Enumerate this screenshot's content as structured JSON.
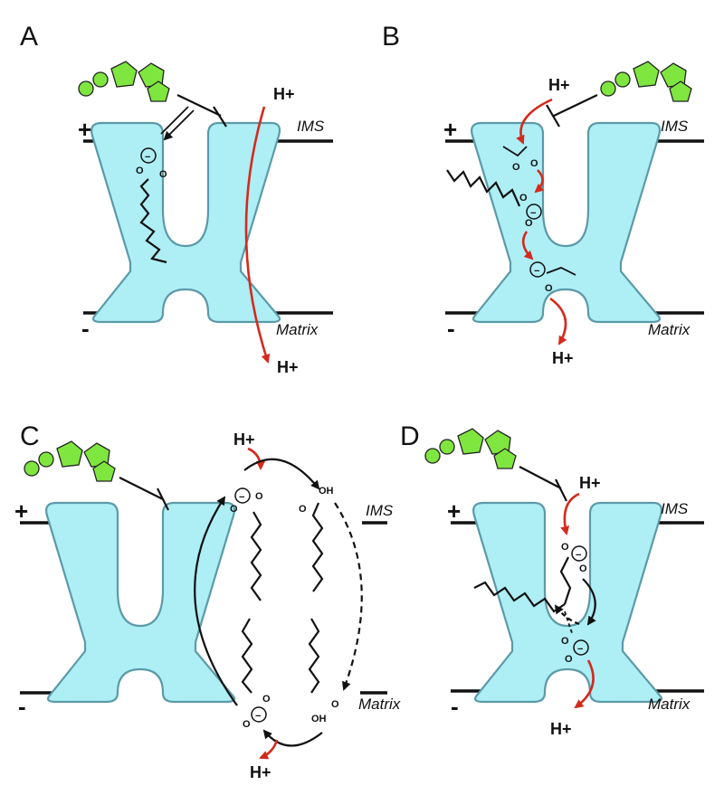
{
  "figure": {
    "panels": [
      {
        "letter": "A",
        "plus": "+",
        "minus": "-",
        "ims": "IMS",
        "matrix": "Matrix",
        "proton_in": "H+",
        "proton_out": "H+"
      },
      {
        "letter": "B",
        "plus": "+",
        "minus": "-",
        "ims": "IMS",
        "matrix": "Matrix",
        "proton_in": "H+",
        "proton_out": "H+"
      },
      {
        "letter": "C",
        "plus": "+",
        "minus": "-",
        "ims": "IMS",
        "matrix": "Matrix",
        "proton_in": "H+",
        "proton_out": "H+",
        "oh_top": "OH",
        "oh_bottom": "OH"
      },
      {
        "letter": "D",
        "plus": "+",
        "minus": "-",
        "ims": "IMS",
        "matrix": "Matrix",
        "proton_in": "H+",
        "proton_out": "H+"
      }
    ],
    "atom_o": "O",
    "charge": "⊖",
    "colors": {
      "channel": "#aeeef5",
      "inhibitor": "#7fe63f",
      "proton_arrow": "#d42a1e"
    }
  }
}
